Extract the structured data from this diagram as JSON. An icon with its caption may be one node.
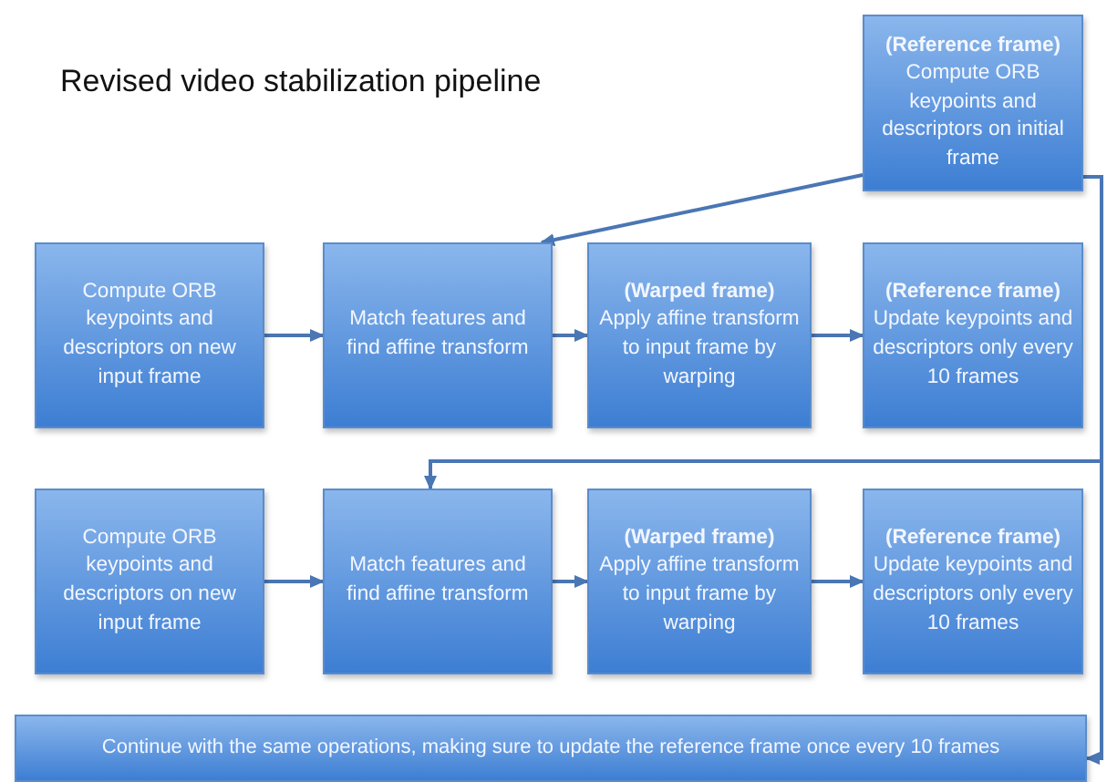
{
  "diagram": {
    "title": "Revised video stabilization pipeline",
    "nodes": [
      {
        "text": [
          "(Reference frame)",
          "Compute ORB keypoints and descriptors on initial frame"
        ]
      },
      {
        "text": [
          "Compute ORB keypoints and descriptors on new input frame"
        ]
      },
      {
        "text": [
          "Match features and find affine transform"
        ]
      },
      {
        "text": [
          "(Warped frame)",
          "Apply affine transform to input frame by warping"
        ]
      },
      {
        "text": [
          "(Reference frame)",
          "Update keypoints and descriptors only every 10 frames"
        ]
      },
      {
        "text": [
          "Compute ORB keypoints and descriptors on new input frame"
        ]
      },
      {
        "text": [
          "Match features and find affine transform"
        ]
      },
      {
        "text": [
          "(Warped frame)",
          "Apply affine transform to input frame by warping"
        ]
      },
      {
        "text": [
          "(Reference frame)",
          "Update keypoints and descriptors only every 10 frames"
        ]
      },
      {
        "text": [
          "Continue with the same operations, making sure to update the reference frame once every 10 frames"
        ]
      }
    ],
    "edges": [
      {
        "from": 0,
        "to": 2,
        "arrow": "to"
      },
      {
        "from": 1,
        "to": 2,
        "arrow": "to"
      },
      {
        "from": 2,
        "to": 3,
        "arrow": "to"
      },
      {
        "from": 3,
        "to": 4,
        "arrow": "to"
      },
      {
        "from": 0,
        "to": 6,
        "arrow": "to"
      },
      {
        "from": 5,
        "to": 6,
        "arrow": "to"
      },
      {
        "from": 6,
        "to": 7,
        "arrow": "to"
      },
      {
        "from": 7,
        "to": 8,
        "arrow": "to"
      },
      {
        "from": 0,
        "to": 9,
        "arrow": "to"
      }
    ]
  }
}
